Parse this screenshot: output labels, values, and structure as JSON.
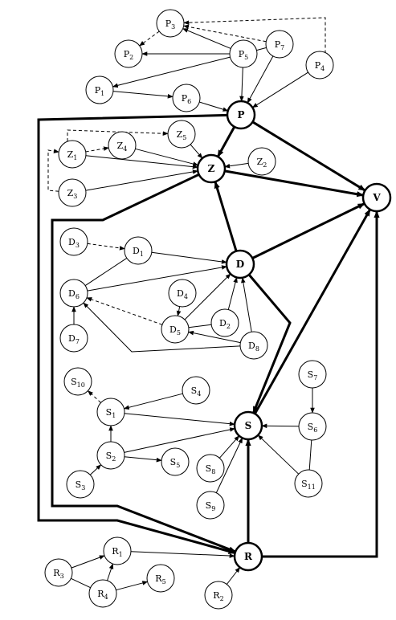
{
  "nodes": [
    {
      "id": "P3",
      "base": "P",
      "sub": "3"
    },
    {
      "id": "P2",
      "base": "P",
      "sub": "2"
    },
    {
      "id": "P5",
      "base": "P",
      "sub": "5"
    },
    {
      "id": "P7",
      "base": "P",
      "sub": "7"
    },
    {
      "id": "P4",
      "base": "P",
      "sub": "4"
    },
    {
      "id": "P1",
      "base": "P",
      "sub": "1"
    },
    {
      "id": "P6",
      "base": "P",
      "sub": "6"
    },
    {
      "id": "P",
      "base": "P",
      "sub": "",
      "major": true
    },
    {
      "id": "Z5",
      "base": "Z",
      "sub": "5"
    },
    {
      "id": "Z1",
      "base": "Z",
      "sub": "1"
    },
    {
      "id": "Z4",
      "base": "Z",
      "sub": "4"
    },
    {
      "id": "Z",
      "base": "Z",
      "sub": "",
      "major": true
    },
    {
      "id": "Z2",
      "base": "Z",
      "sub": "2"
    },
    {
      "id": "Z3",
      "base": "Z",
      "sub": "3"
    },
    {
      "id": "V",
      "base": "V",
      "sub": "",
      "major": true
    },
    {
      "id": "D3",
      "base": "D",
      "sub": "3"
    },
    {
      "id": "D1",
      "base": "D",
      "sub": "1"
    },
    {
      "id": "D",
      "base": "D",
      "sub": "",
      "major": true
    },
    {
      "id": "D6",
      "base": "D",
      "sub": "6"
    },
    {
      "id": "D4",
      "base": "D",
      "sub": "4"
    },
    {
      "id": "D7",
      "base": "D",
      "sub": "7"
    },
    {
      "id": "D5",
      "base": "D",
      "sub": "5"
    },
    {
      "id": "D2",
      "base": "D",
      "sub": "2"
    },
    {
      "id": "D8",
      "base": "D",
      "sub": "8"
    },
    {
      "id": "S7",
      "base": "S",
      "sub": "7"
    },
    {
      "id": "S10",
      "base": "S",
      "sub": "10"
    },
    {
      "id": "S4",
      "base": "S",
      "sub": "4"
    },
    {
      "id": "S1",
      "base": "S",
      "sub": "1"
    },
    {
      "id": "S",
      "base": "S",
      "sub": "",
      "major": true
    },
    {
      "id": "S6",
      "base": "S",
      "sub": "6"
    },
    {
      "id": "S2",
      "base": "S",
      "sub": "2"
    },
    {
      "id": "S5",
      "base": "S",
      "sub": "5"
    },
    {
      "id": "S8",
      "base": "S",
      "sub": "8"
    },
    {
      "id": "S3",
      "base": "S",
      "sub": "3"
    },
    {
      "id": "S11",
      "base": "S",
      "sub": "11"
    },
    {
      "id": "S9",
      "base": "S",
      "sub": "9"
    },
    {
      "id": "R1",
      "base": "R",
      "sub": "1"
    },
    {
      "id": "R",
      "base": "R",
      "sub": "",
      "major": true
    },
    {
      "id": "R3",
      "base": "R",
      "sub": "3"
    },
    {
      "id": "R5",
      "base": "R",
      "sub": "5"
    },
    {
      "id": "R4",
      "base": "R",
      "sub": "4"
    },
    {
      "id": "R2",
      "base": "R",
      "sub": "2"
    }
  ],
  "edges": [
    {
      "from": "P5",
      "to": "P3"
    },
    {
      "from": "P5",
      "to": "P2"
    },
    {
      "from": "P5",
      "to": "P1"
    },
    {
      "from": "P5",
      "to": "P"
    },
    {
      "from": "P7",
      "to": "P"
    },
    {
      "from": "P4",
      "to": "P"
    },
    {
      "from": "P1",
      "to": "P6"
    },
    {
      "from": "P6",
      "to": "P"
    },
    {
      "from": "P3",
      "to": "P2",
      "style": "dashed"
    },
    {
      "from": "P7",
      "to": "P3",
      "style": "dashed"
    },
    {
      "from": "P7",
      "to": "P5",
      "style": "plain"
    },
    {
      "from": "P4",
      "to": "P3",
      "style": "dashed"
    },
    {
      "from": "P",
      "to": "Z",
      "weight": "thick"
    },
    {
      "from": "P",
      "to": "V",
      "weight": "thick"
    },
    {
      "from": "Z5",
      "to": "Z"
    },
    {
      "from": "Z4",
      "to": "Z"
    },
    {
      "from": "Z1",
      "to": "Z"
    },
    {
      "from": "Z2",
      "to": "Z"
    },
    {
      "from": "Z3",
      "to": "Z"
    },
    {
      "from": "Z1",
      "to": "Z4",
      "style": "dashed"
    },
    {
      "from": "Z1",
      "to": "Z5",
      "style": "dashed"
    },
    {
      "from": "Z3",
      "to": "Z1",
      "style": "dashed"
    },
    {
      "from": "Z",
      "to": "V",
      "weight": "thick"
    },
    {
      "from": "D",
      "to": "Z",
      "weight": "thick"
    },
    {
      "from": "D",
      "to": "V",
      "weight": "thick"
    },
    {
      "from": "D",
      "to": "S",
      "weight": "thick"
    },
    {
      "from": "D3",
      "to": "D1",
      "style": "dashed"
    },
    {
      "from": "D1",
      "to": "D"
    },
    {
      "from": "D6",
      "to": "D"
    },
    {
      "from": "D6",
      "to": "D1",
      "style": "plain"
    },
    {
      "from": "D7",
      "to": "D6"
    },
    {
      "from": "D4",
      "to": "D5"
    },
    {
      "from": "D5",
      "to": "D"
    },
    {
      "from": "D2",
      "to": "D"
    },
    {
      "from": "D8",
      "to": "D"
    },
    {
      "from": "D8",
      "to": "D5"
    },
    {
      "from": "D5",
      "to": "D6",
      "style": "dashed"
    },
    {
      "from": "D8",
      "to": "D6"
    },
    {
      "from": "D5",
      "to": "D2",
      "style": "plain"
    },
    {
      "from": "S",
      "to": "V",
      "weight": "thick"
    },
    {
      "from": "S4",
      "to": "S1"
    },
    {
      "from": "S1",
      "to": "S10",
      "style": "dashed"
    },
    {
      "from": "S1",
      "to": "S"
    },
    {
      "from": "S2",
      "to": "S1"
    },
    {
      "from": "S2",
      "to": "S"
    },
    {
      "from": "S2",
      "to": "S5"
    },
    {
      "from": "S3",
      "to": "S2"
    },
    {
      "from": "S7",
      "to": "S6"
    },
    {
      "from": "S6",
      "to": "S"
    },
    {
      "from": "S8",
      "to": "S"
    },
    {
      "from": "S9",
      "to": "S"
    },
    {
      "from": "S11",
      "to": "S"
    },
    {
      "from": "S6",
      "to": "S11",
      "style": "plain"
    },
    {
      "from": "R",
      "to": "S",
      "weight": "thick"
    },
    {
      "from": "R",
      "to": "V",
      "weight": "thick"
    },
    {
      "from": "R1",
      "to": "R"
    },
    {
      "from": "R2",
      "to": "R"
    },
    {
      "from": "R3",
      "to": "R1"
    },
    {
      "from": "R4",
      "to": "R1"
    },
    {
      "from": "R4",
      "to": "R5"
    },
    {
      "from": "R3",
      "to": "R4",
      "style": "plain"
    },
    {
      "from": "P",
      "to": "R",
      "weight": "thick"
    },
    {
      "from": "Z",
      "to": "R",
      "weight": "thick"
    }
  ]
}
